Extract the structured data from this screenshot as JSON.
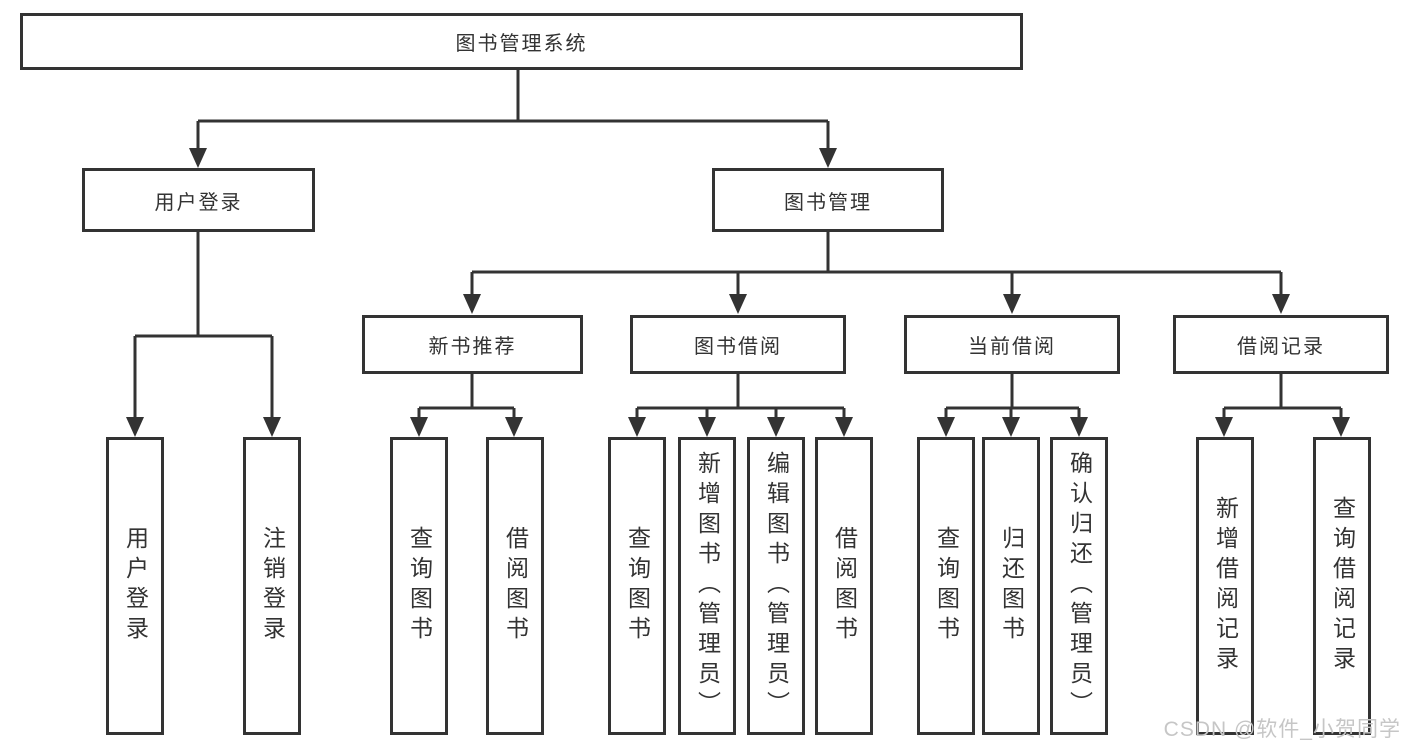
{
  "title": {
    "label": "图书管理系统"
  },
  "level2": {
    "user_login": "用户登录",
    "book_mgmt": "图书管理"
  },
  "level3": {
    "new_books": "新书推荐",
    "borrowing": "图书借阅",
    "current": "当前借阅",
    "records": "借阅记录"
  },
  "leaves": {
    "user_login": [
      "用户登录",
      "注销登录"
    ],
    "new_books": [
      "查询图书",
      "借阅图书"
    ],
    "borrowing": [
      "查询图书",
      "新增图书（管理员）",
      "编辑图书（管理员）",
      "借阅图书"
    ],
    "current": [
      "查询图书",
      "归还图书",
      "确认归还（管理员）"
    ],
    "records": [
      "新增借阅记录",
      "查询借阅记录"
    ]
  },
  "watermark": "CSDN @软件_小贺同学",
  "colors": {
    "line": "#333333",
    "text": "#333333",
    "watermark": "#c6c6c6",
    "background": "#ffffff"
  }
}
